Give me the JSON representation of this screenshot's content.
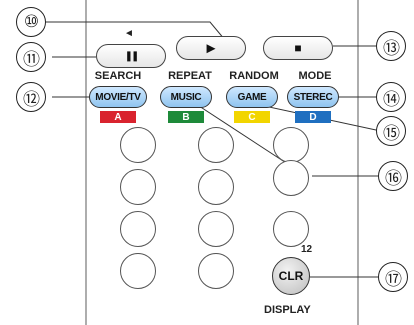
{
  "callouts": {
    "c10": "⑩",
    "c11": "⑪",
    "c12": "⑫",
    "c13": "⑬",
    "c14": "⑭",
    "c15": "⑮",
    "c16": "⑯",
    "c17": "⑰"
  },
  "transport": {
    "pause_symbol": "❚❚",
    "play_symbol": "►",
    "stop_symbol": "■",
    "above_pause": "◄"
  },
  "function_labels": {
    "search": "SEARCH",
    "repeat": "REPEAT",
    "random": "RANDOM",
    "mode": "MODE"
  },
  "pills": {
    "movie_tv": "MOVIE/TV",
    "music": "MUSIC",
    "game": "GAME",
    "stereo": "STEREC"
  },
  "color_keys": {
    "a": {
      "label": "A",
      "color": "#d9232e"
    },
    "b": {
      "label": "B",
      "color": "#1e8a3a"
    },
    "c": {
      "label": "C",
      "color": "#f2d500"
    },
    "d": {
      "label": "D",
      "color": "#1f6fc0"
    }
  },
  "clr": {
    "label": "CLR",
    "superscript": "12",
    "below": "DISPLAY"
  }
}
